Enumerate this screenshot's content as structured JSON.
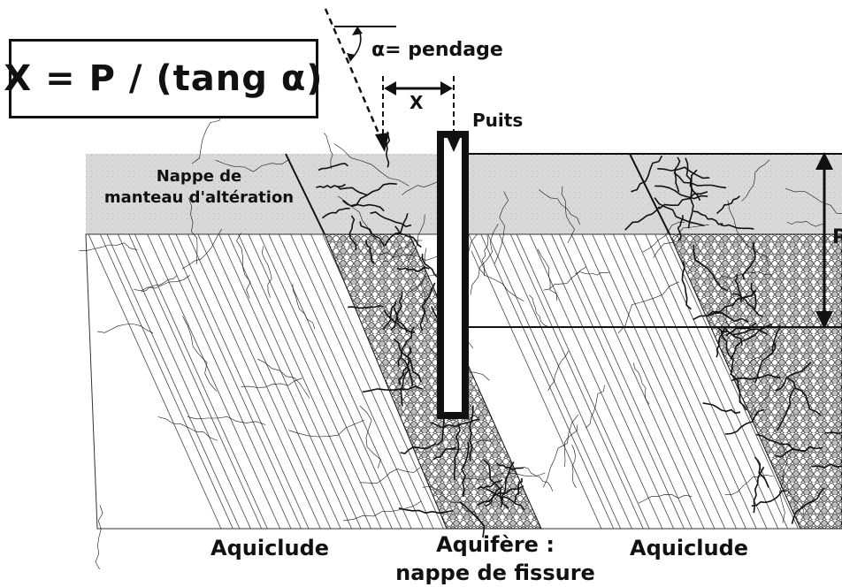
{
  "formula": "X = P / (tang α)",
  "labels": {
    "alpha_pendage": "α= pendage",
    "x": "X",
    "puits": "Puits",
    "p": "P",
    "nappe_manteau_line1": "Nappe de",
    "nappe_manteau_line2": "manteau d'altération",
    "aquiclude_left": "Aquiclude",
    "aquifere_line1": "Aquifère :",
    "aquifere_line2": "nappe de fissure",
    "aquiclude_right": "Aquiclude"
  },
  "colors": {
    "weathered_layer": "#d9d9d9",
    "ink": "#111111",
    "aquifer_cell": "#bdbdbd"
  }
}
